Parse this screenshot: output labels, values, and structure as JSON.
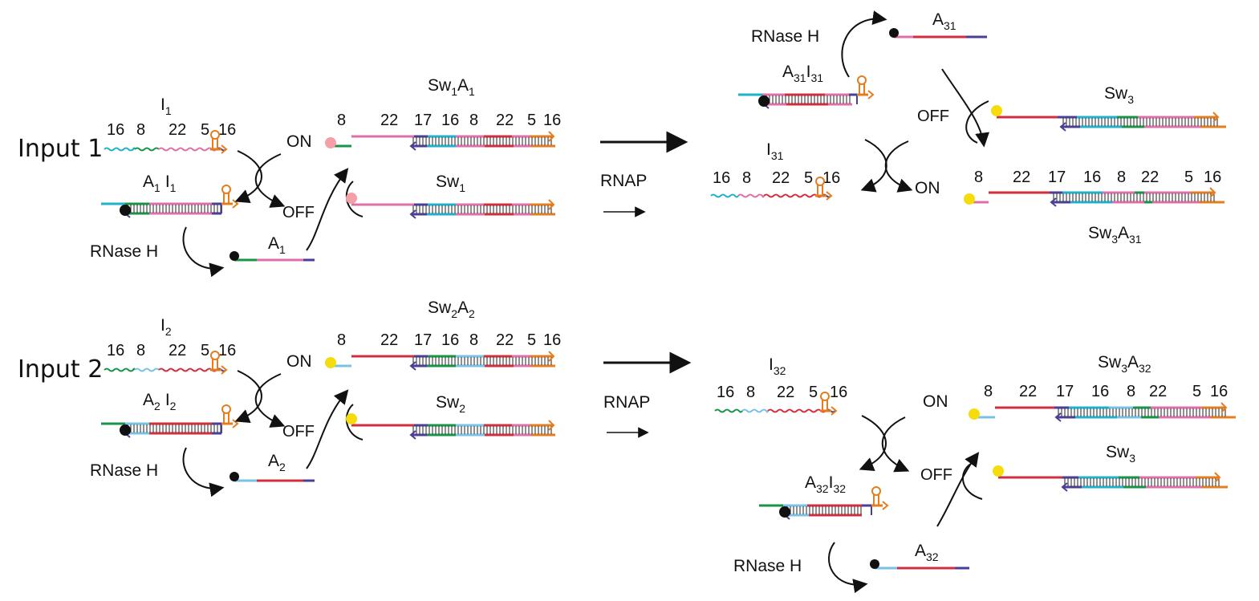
{
  "colors": {
    "cyan": "#1fb1c9",
    "green": "#179447",
    "pink": "#de6fa8",
    "red": "#d22f3e",
    "orange": "#e37d20",
    "purple": "#4b3e97",
    "light_blue": "#78c2e6",
    "yellow": "#f5dc0c",
    "salmon": "#f4a0a6",
    "black": "#111111"
  },
  "panel1": {
    "input_label": "Input 1",
    "i_label": "I",
    "i_sub": "1",
    "i_numbers": [
      "16",
      "8",
      "22",
      "5",
      "16"
    ],
    "ai_label_a": "A",
    "ai_sub_a": "1",
    "ai_label_i": "I",
    "ai_sub_i": "1",
    "swa_label_sw": "Sw",
    "swa_sub_sw": "1",
    "swa_label_a": "A",
    "swa_sub_a": "1",
    "swa_numbers": [
      "8",
      "22",
      "17",
      "16",
      "8",
      "22",
      "5",
      "16"
    ],
    "sw_label": "Sw",
    "sw_sub": "1",
    "on": "ON",
    "off": "OFF",
    "rnaseh": "RNase H",
    "a_label": "A",
    "a_sub": "1"
  },
  "panel2": {
    "input_label": "Input 2",
    "i_label": "I",
    "i_sub": "2",
    "i_numbers": [
      "16",
      "8",
      "22",
      "5",
      "16"
    ],
    "ai_label_a": "A",
    "ai_sub_a": "2",
    "ai_label_i": "I",
    "ai_sub_i": "2",
    "swa_label_sw": "Sw",
    "swa_sub_sw": "2",
    "swa_label_a": "A",
    "swa_sub_a": "2",
    "swa_numbers": [
      "8",
      "22",
      "17",
      "16",
      "8",
      "22",
      "5",
      "16"
    ],
    "sw_label": "Sw",
    "sw_sub": "2",
    "on": "ON",
    "off": "OFF",
    "rnaseh": "RNase H",
    "a_label": "A",
    "a_sub": "2"
  },
  "middle": {
    "rnap_top": "RNAP",
    "rnap_bottom": "RNAP"
  },
  "panel3": {
    "rnaseh": "RNase H",
    "a_label": "A",
    "a_sub": "31",
    "ai_label_a": "A",
    "ai_sub_a": "31",
    "ai_label_i": "I",
    "ai_sub_i": "31",
    "sw_label": "Sw",
    "sw_sub": "3",
    "off": "OFF",
    "on": "ON",
    "i_label": "I",
    "i_sub": "31",
    "i_numbers": [
      "16",
      "8",
      "22",
      "5",
      "16"
    ],
    "swa_numbers": [
      "8",
      "22",
      "17",
      "16",
      "8",
      "22",
      "5",
      "16"
    ],
    "swa_label_sw": "Sw",
    "swa_sub_sw": "3",
    "swa_label_a": "A",
    "swa_sub_a": "31"
  },
  "panel4": {
    "i_label": "I",
    "i_sub": "32",
    "i_numbers": [
      "16",
      "8",
      "22",
      "5",
      "16"
    ],
    "swa_label_sw": "Sw",
    "swa_sub_sw": "3",
    "swa_label_a": "A",
    "swa_sub_a": "32",
    "swa_numbers": [
      "8",
      "22",
      "17",
      "16",
      "8",
      "22",
      "5",
      "16"
    ],
    "on": "ON",
    "off": "OFF",
    "sw_label": "Sw",
    "sw_sub": "3",
    "ai_label_a": "A",
    "ai_sub_a": "32",
    "ai_label_i": "I",
    "ai_sub_i": "32",
    "rnaseh": "RNase H",
    "a_label": "A",
    "a_sub": "32"
  }
}
